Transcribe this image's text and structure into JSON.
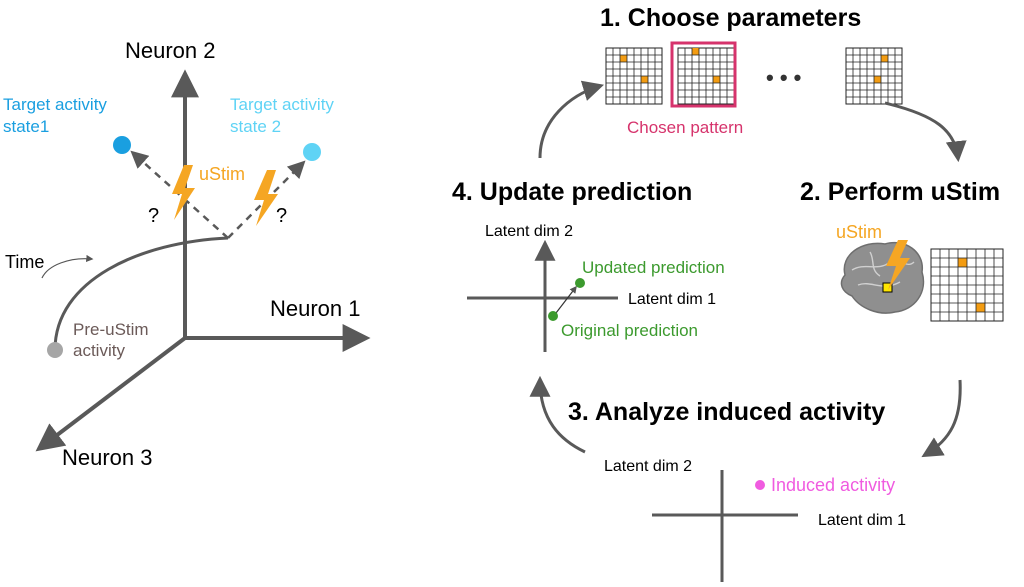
{
  "left_panel": {
    "axes": {
      "neuron2": "Neuron 2",
      "neuron1": "Neuron 1",
      "neuron3": "Neuron 3"
    },
    "time_label": "Time",
    "pre_ustim": [
      "Pre-uStim",
      "activity"
    ],
    "target1": [
      "Target activity",
      "state1"
    ],
    "target2": [
      "Target activity",
      "state 2"
    ],
    "ustim_label": "uStim",
    "question_mark": "?"
  },
  "right_panel": {
    "step1": {
      "title": "1. Choose parameters",
      "chosen_label": "Chosen pattern",
      "ellipsis": "• • •"
    },
    "step2": {
      "title": "2. Perform uStim",
      "ustim_label": "uStim"
    },
    "step3": {
      "title": "3. Analyze induced activity",
      "y_label": "Latent dim 2",
      "x_label": "Latent dim 1",
      "point_label": "Induced activity"
    },
    "step4": {
      "title": "4. Update prediction",
      "y_label": "Latent dim 2",
      "x_label": "Latent dim 1",
      "updated_label": "Updated prediction",
      "original_label": "Original prediction"
    }
  },
  "colors": {
    "axis": "#595959",
    "target1": "#1a9fe0",
    "target2": "#5fd3f5",
    "ustim": "#f5a623",
    "pre_ustim": "#a6a6a6",
    "pre_ustim_text": "#6b5a58",
    "chosen": "#d6336c",
    "induced": "#f05be0",
    "prediction": "#3c9a2e",
    "grid_dot": "#f39c12"
  }
}
